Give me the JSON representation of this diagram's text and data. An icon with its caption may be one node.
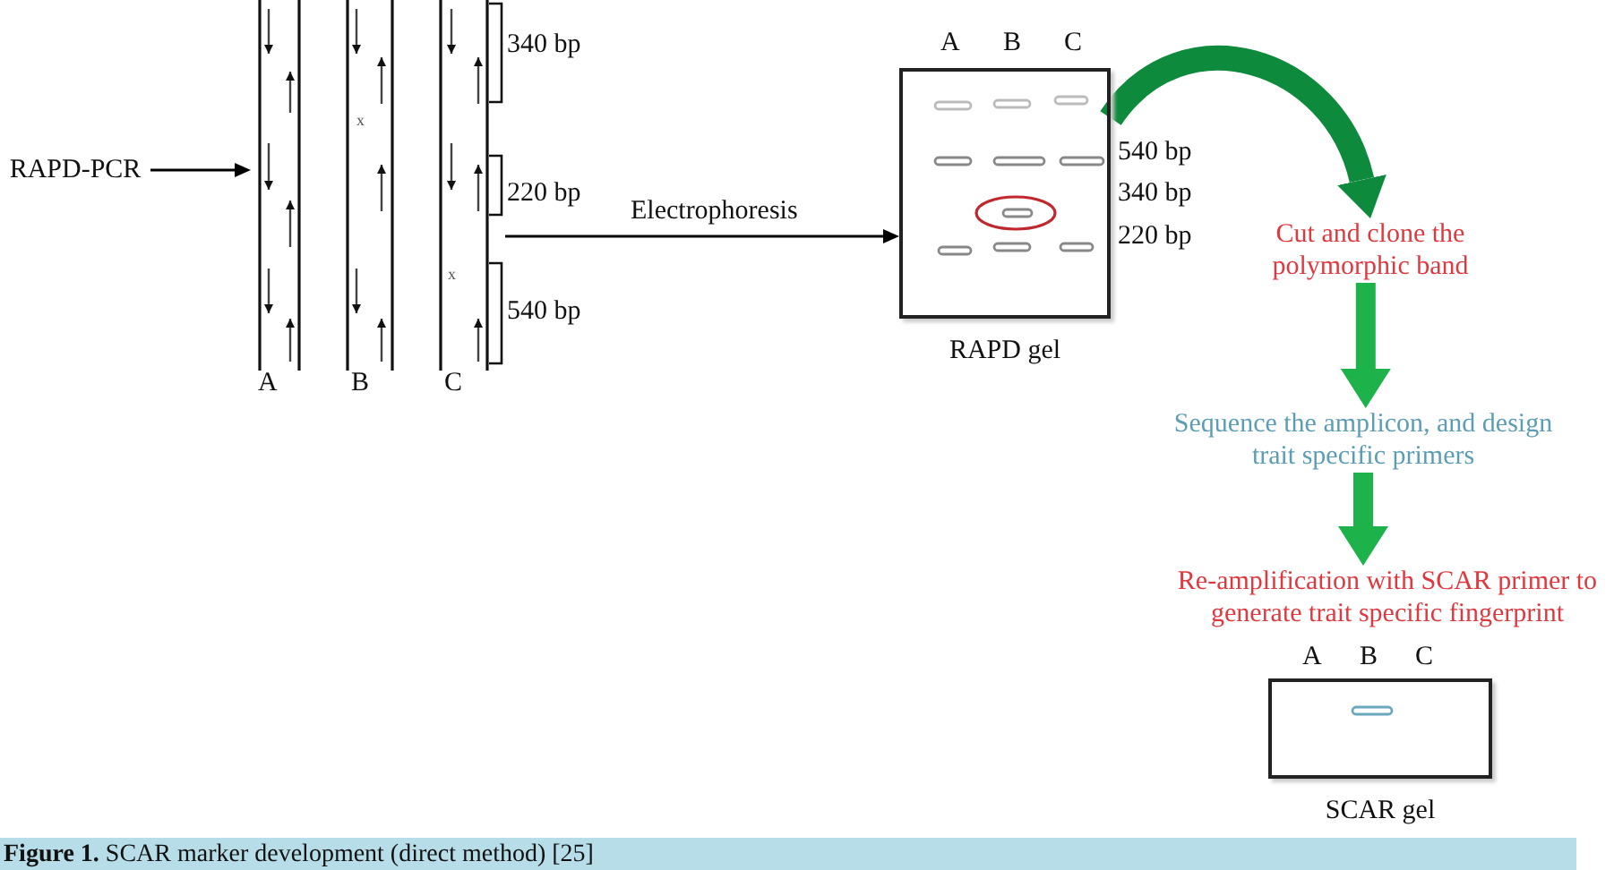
{
  "diagram": {
    "caption": "**Figure 1.** SCAR marker development (direct method) [25]",
    "nodes": [
      {
        "text": [
          "RAPD-PCR"
        ]
      },
      {
        "text": [],
        "shape": "picture",
        "beside": [
          "340 bp",
          "220 bp",
          "540 bp",
          "A",
          "B",
          "C"
        ]
      },
      {
        "text": [
          "RAPD gel"
        ],
        "beside": [
          "A",
          "B",
          "C",
          "540 bp",
          "340 bp",
          "220 bp"
        ]
      },
      {
        "text": [
          "Cut and clone the polymorphic band"
        ]
      },
      {
        "text": [
          "Sequence the amplicon, and design trait specific primers"
        ]
      },
      {
        "text": [
          "Re-amplification with SCAR primer to generate trait specific fingerprint"
        ]
      },
      {
        "text": [
          "SCAR gel"
        ],
        "beside": [
          "A",
          "B",
          "C"
        ]
      }
    ],
    "edges": [
      {
        "from": 0,
        "to": 1,
        "arrow": "to",
        "color": "#000000"
      },
      {
        "from": 1,
        "to": 2,
        "arrow": "to",
        "label": "Electrophoresis",
        "color": "#000000"
      },
      {
        "from": 2,
        "to": 3,
        "arrow": "to",
        "color": "#0d8a3c"
      },
      {
        "from": 3,
        "to": 4,
        "arrow": "to",
        "color": "#1db34a"
      },
      {
        "from": 4,
        "to": 5,
        "arrow": "to",
        "color": "#1db34a"
      }
    ],
    "labels": [
      "x",
      "x"
    ]
  }
}
